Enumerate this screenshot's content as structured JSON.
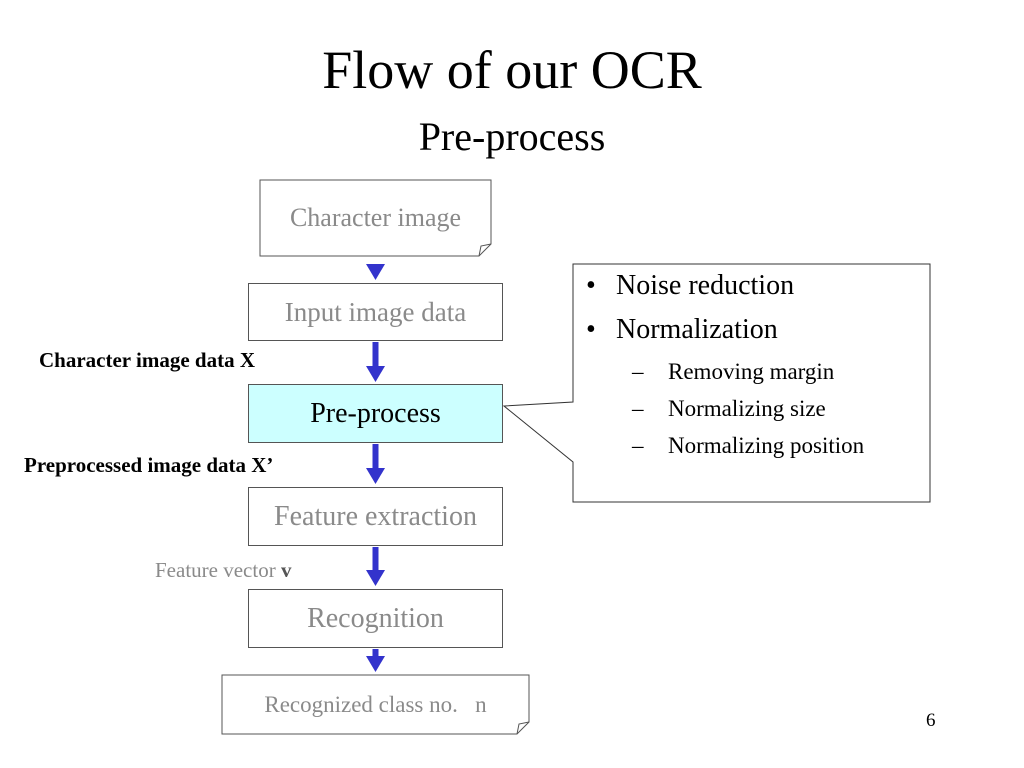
{
  "title": "Flow of our OCR",
  "subtitle": "Pre-process",
  "colors": {
    "arrow": "#3333cc",
    "highlight_fill": "#ccffff",
    "box_text": "#8a8a8a"
  },
  "flow": {
    "nodes": [
      {
        "id": "character_image",
        "label": "Character image",
        "shape": "document"
      },
      {
        "id": "input_image_data",
        "label": "Input image data",
        "shape": "rectangle"
      },
      {
        "id": "pre_process",
        "label": "Pre-process",
        "shape": "rectangle",
        "highlighted": true
      },
      {
        "id": "feature_extraction",
        "label": "Feature extraction",
        "shape": "rectangle"
      },
      {
        "id": "recognition",
        "label": "Recognition",
        "shape": "rectangle"
      },
      {
        "id": "recognized_class",
        "label": "Recognized class no.   n",
        "shape": "document"
      }
    ],
    "edge_labels": {
      "character_image_data": "Character image data X",
      "preprocessed_image_data": "Preprocessed image data X’",
      "feature_vector_text": "Feature vector ",
      "feature_vector_symbol": "v"
    }
  },
  "callout": {
    "bullets": [
      {
        "text": "Noise reduction",
        "marker": "•"
      },
      {
        "text": "Normalization",
        "marker": "•"
      }
    ],
    "sub_items": [
      {
        "text": "Removing margin",
        "marker": "–"
      },
      {
        "text": "Normalizing size",
        "marker": "–"
      },
      {
        "text": "Normalizing position",
        "marker": "–"
      }
    ]
  },
  "page_number": "6"
}
